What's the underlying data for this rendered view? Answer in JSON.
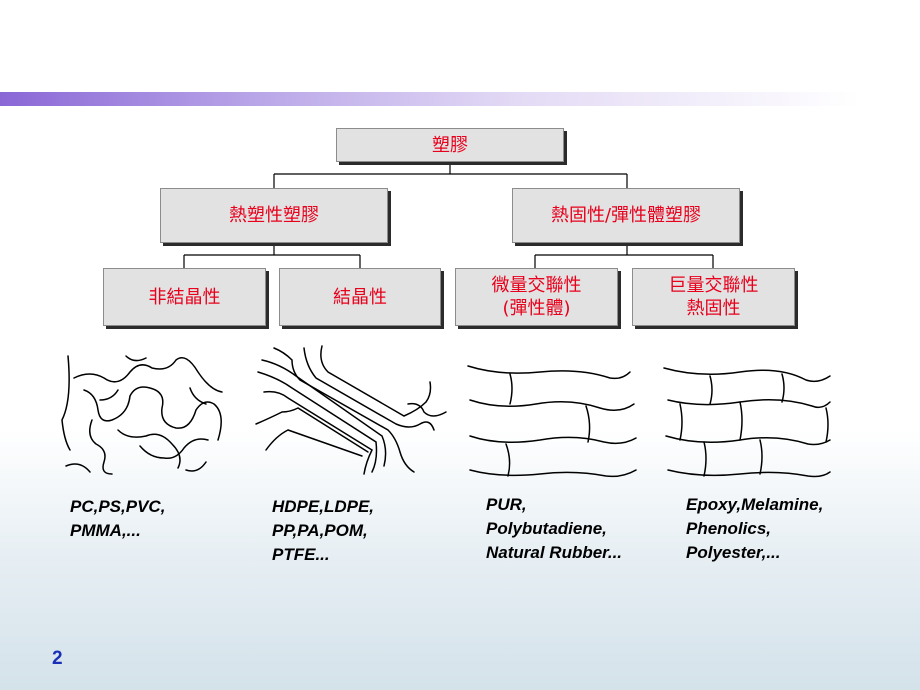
{
  "tree": {
    "root": "塑膠",
    "thermoplastic": "熱塑性塑膠",
    "thermoset": "熱固性/彈性體塑膠",
    "amorphous": "非結晶性",
    "crystalline": "結晶性",
    "lightly_crosslinked": [
      "微量交聯性",
      "(彈性體)"
    ],
    "heavily_crosslinked": [
      "巨量交聯性",
      "熱固性"
    ]
  },
  "examples": {
    "amorphous": [
      "PC,PS,PVC,",
      "PMMA,..."
    ],
    "crystalline": [
      "HDPE,LDPE,",
      "PP,PA,POM,",
      "PTFE..."
    ],
    "elastomer": [
      "PUR,",
      "Polybutadiene,",
      "Natural Rubber..."
    ],
    "thermoset": [
      "Epoxy,Melamine,",
      "Phenolics,",
      "Polyester,..."
    ]
  },
  "page_number": "2",
  "colors": {
    "node_text": "#e8001c",
    "node_fill": "#e2e2e2",
    "accent_bar": "#8a67d6",
    "page_number": "#1a2fb8"
  }
}
